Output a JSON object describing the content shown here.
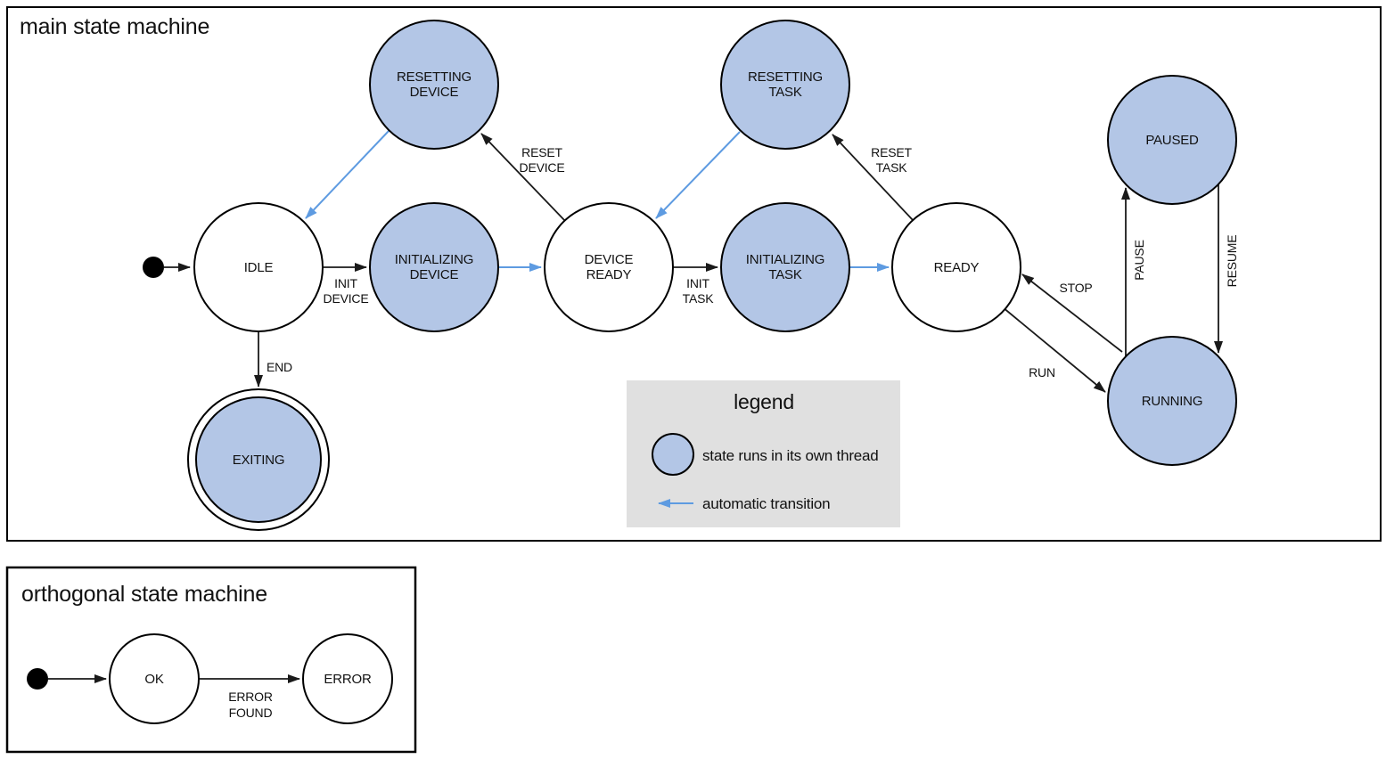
{
  "colors": {
    "threaded_state_fill": "#b3c6e6",
    "automatic_transition_blue": "#5e9be1",
    "legend_background": "#e0e0e0",
    "outline_black": "#000000"
  },
  "main_panel": {
    "title": "main state machine",
    "states": {
      "idle": [
        "IDLE"
      ],
      "resetting_device": [
        "RESETTING",
        "DEVICE"
      ],
      "initializing_device": [
        "INITIALIZING",
        "DEVICE"
      ],
      "device_ready": [
        "DEVICE",
        "READY"
      ],
      "resetting_task": [
        "RESETTING",
        "TASK"
      ],
      "initializing_task": [
        "INITIALIZING",
        "TASK"
      ],
      "ready": [
        "READY"
      ],
      "paused": [
        "PAUSED"
      ],
      "running": [
        "RUNNING"
      ],
      "exiting": [
        "EXITING"
      ]
    },
    "transitions": {
      "init_device": [
        "INIT",
        "DEVICE"
      ],
      "reset_device": [
        "RESET",
        "DEVICE"
      ],
      "init_task": [
        "INIT",
        "TASK"
      ],
      "reset_task": [
        "RESET",
        "TASK"
      ],
      "end": "END",
      "stop": "STOP",
      "run": "RUN",
      "pause": "PAUSE",
      "resume": "RESUME"
    }
  },
  "legend": {
    "title": "legend",
    "threaded_state_label": "state runs in its own thread",
    "automatic_transition_label": "automatic transition"
  },
  "orthogonal_panel": {
    "title": "orthogonal state machine",
    "states": {
      "ok": [
        "OK"
      ],
      "error": [
        "ERROR"
      ]
    },
    "transitions": {
      "error_found": [
        "ERROR",
        "FOUND"
      ]
    }
  }
}
